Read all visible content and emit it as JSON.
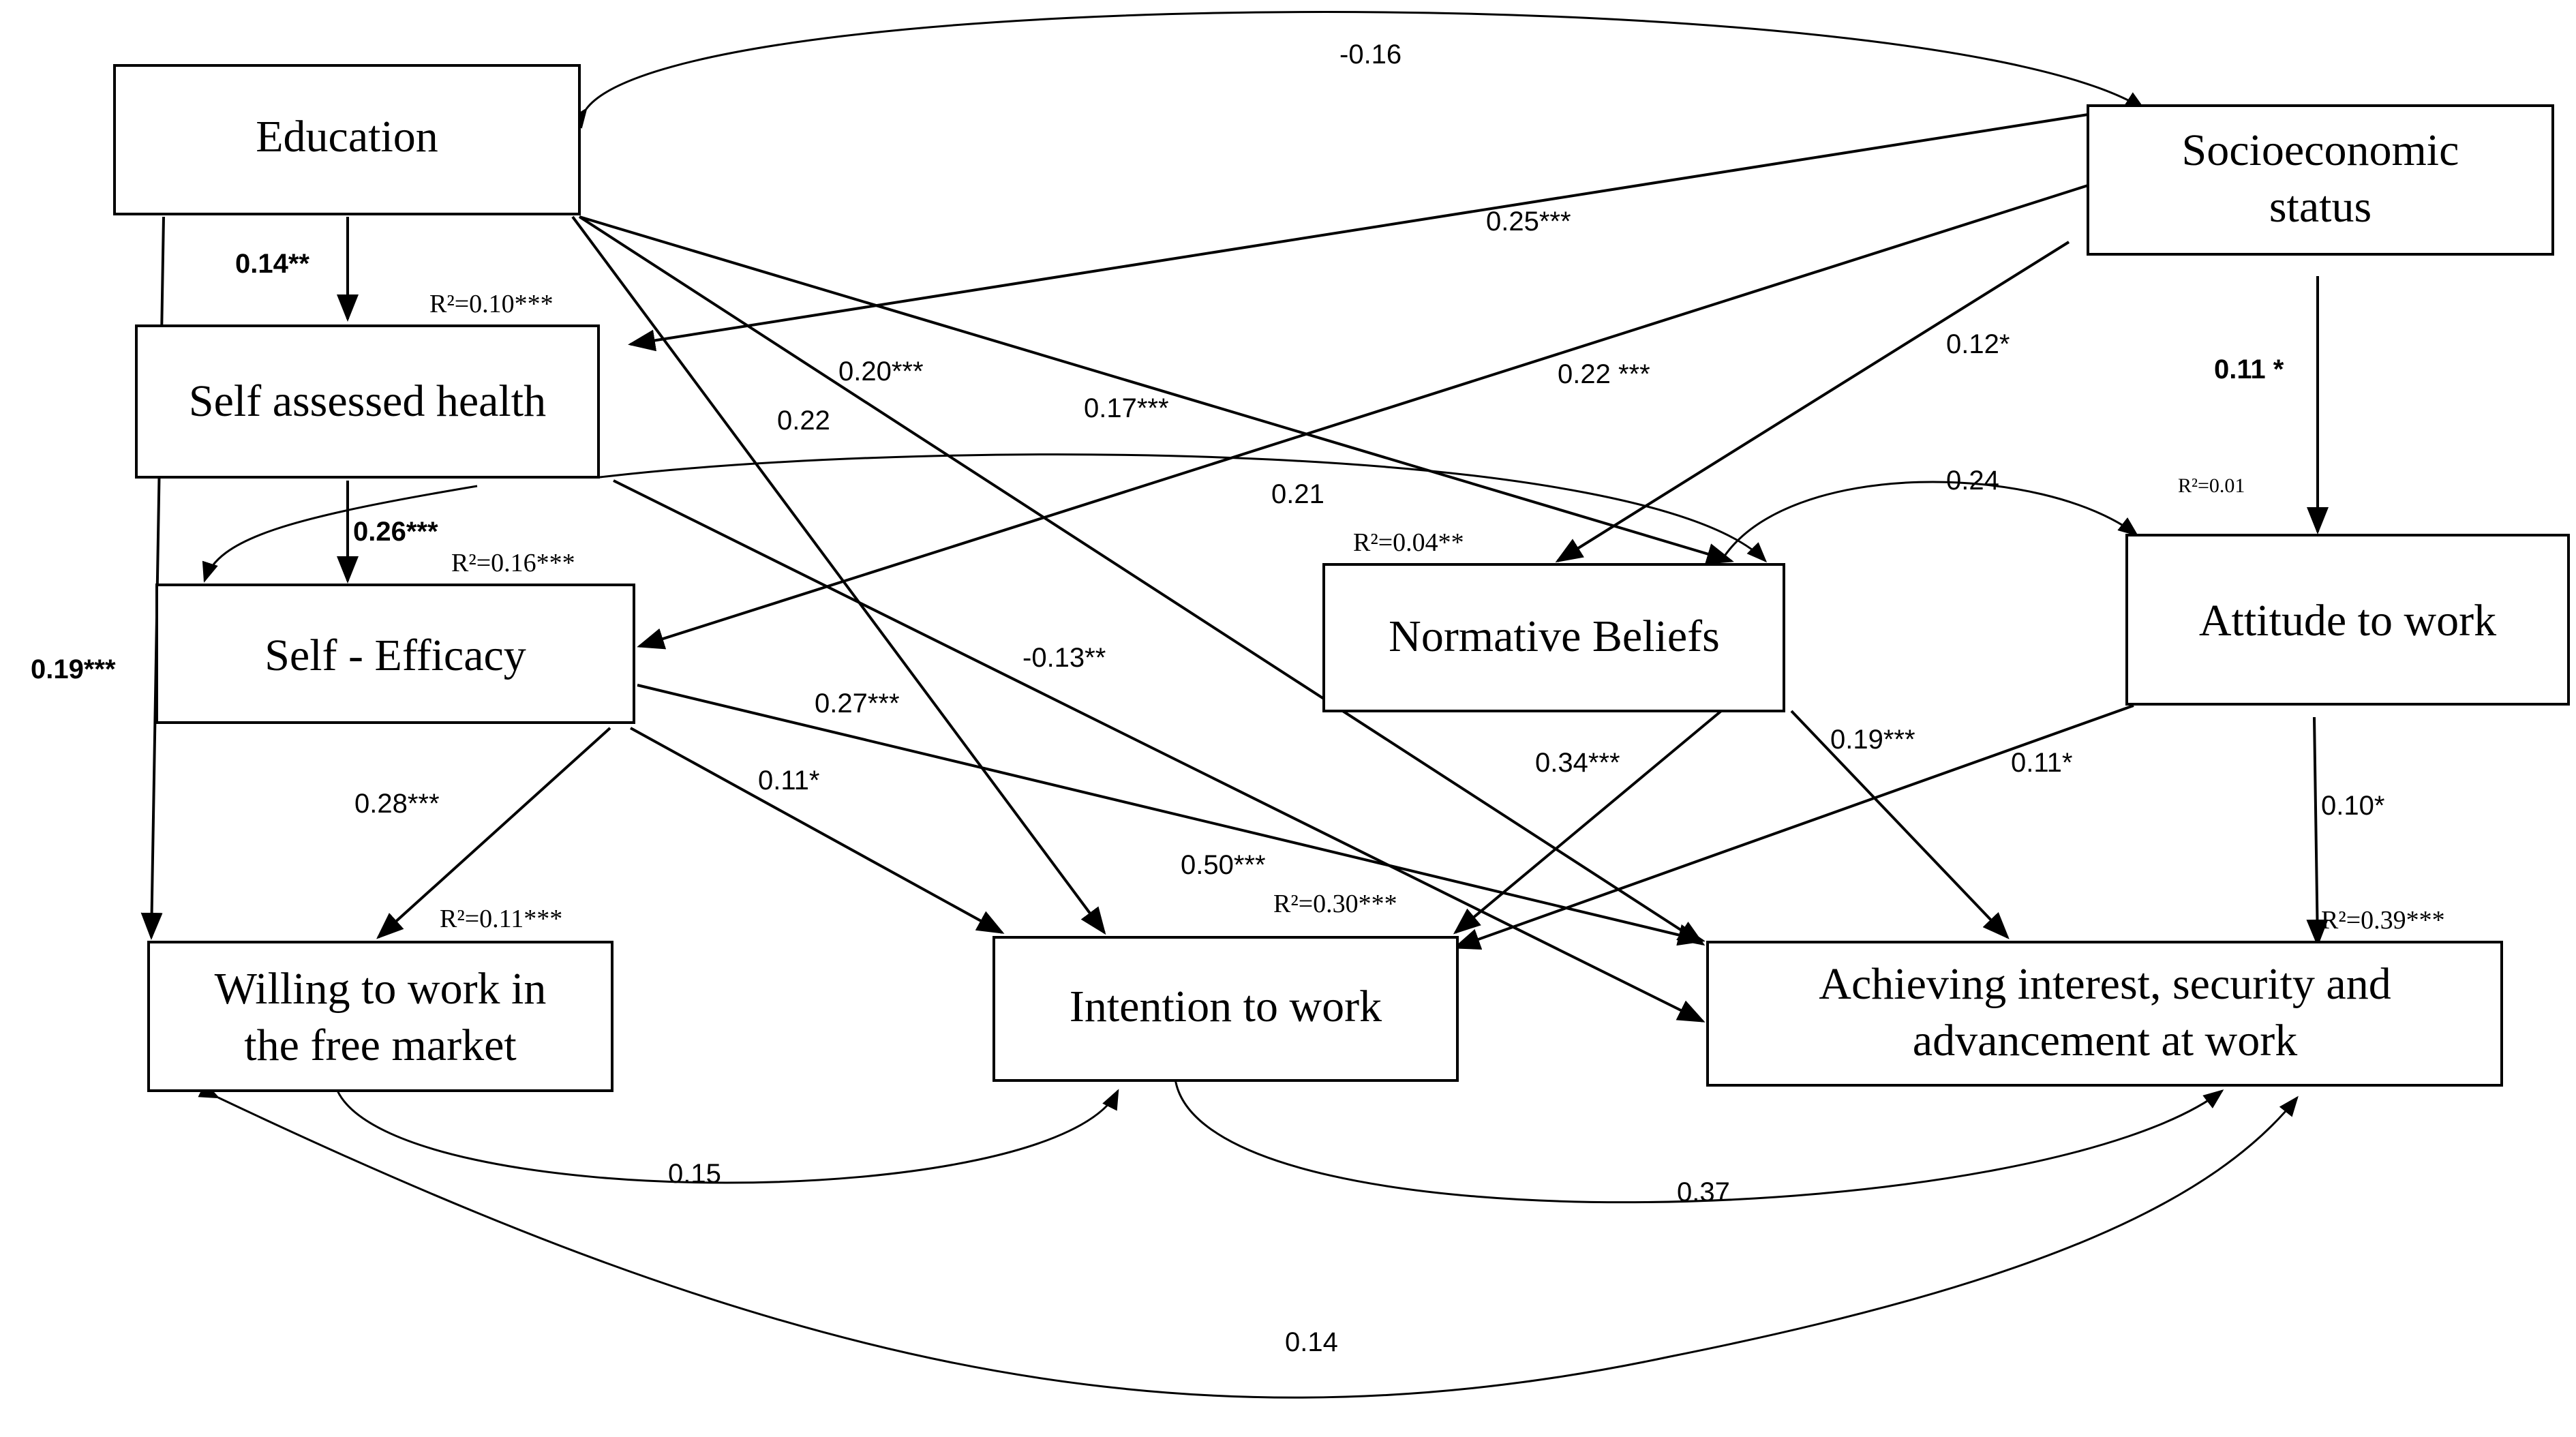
{
  "nodes": {
    "education": [
      "Education"
    ],
    "ses": [
      "Socioeconomic",
      "status"
    ],
    "health": [
      "Self assessed health"
    ],
    "efficacy": [
      "Self - Efficacy"
    ],
    "normative": [
      "Normative Beliefs"
    ],
    "attitude": [
      "Attitude to work"
    ],
    "willing": [
      "Willing to work in",
      "the free market"
    ],
    "intention": [
      "Intention to work"
    ],
    "achieving": [
      "Achieving interest, security  and",
      "advancement at work"
    ]
  },
  "r2": {
    "health": "R²=0.10***",
    "efficacy": "R²=0.16***",
    "normative": "R²=0.04**",
    "attitude": "R²=0.01",
    "willing": "R²=0.11***",
    "intention": "R²=0.30***",
    "achieving": "R²=0.39***"
  },
  "paths": {
    "edu_ses": "-0.16",
    "edu_health": "0.14**",
    "edu_willing": "0.19***",
    "ses_health": "0.25***",
    "ses_efficacy": "0.22 ***",
    "ses_normative": "0.12*",
    "ses_attitude": "0.11 *",
    "edu_achieving": "0.20***",
    "edu_intention": "0.22",
    "edu_normative": "0.17***",
    "health_efficacy": "0.26***",
    "health_normative": "0.21",
    "health_achieving": "-0.13**",
    "normative_attitude": "0.24",
    "efficacy_achieving": "0.27***",
    "efficacy_willing": "0.28***",
    "efficacy_intention": "0.11*",
    "efficacy_intention_b": "0.50***",
    "normative_intention": "0.34***",
    "normative_achieving": "0.19***",
    "attitude_intention": "0.11*",
    "attitude_achieving": "0.10*",
    "willing_intention": "0.15",
    "intention_achieving": "0.37",
    "willing_achieving": "0.14"
  }
}
